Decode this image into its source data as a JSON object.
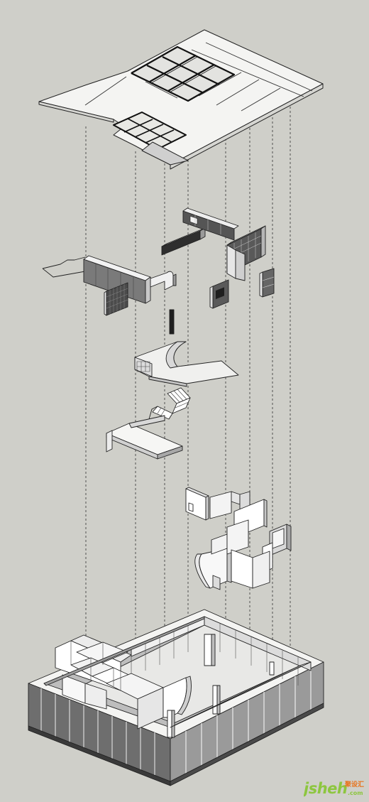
{
  "watermark": {
    "brand": "jsheh",
    "brand_cn": "聚设汇",
    "brand_domain": ".com"
  },
  "colors": {
    "background": "#cfcfc9",
    "panel": "#ffffff",
    "panel_shade": "#ececec",
    "dark": "#3a3a3a",
    "line": "#222222",
    "brand_green": "#8dc63f",
    "brand_orange": "#e8731c"
  }
}
